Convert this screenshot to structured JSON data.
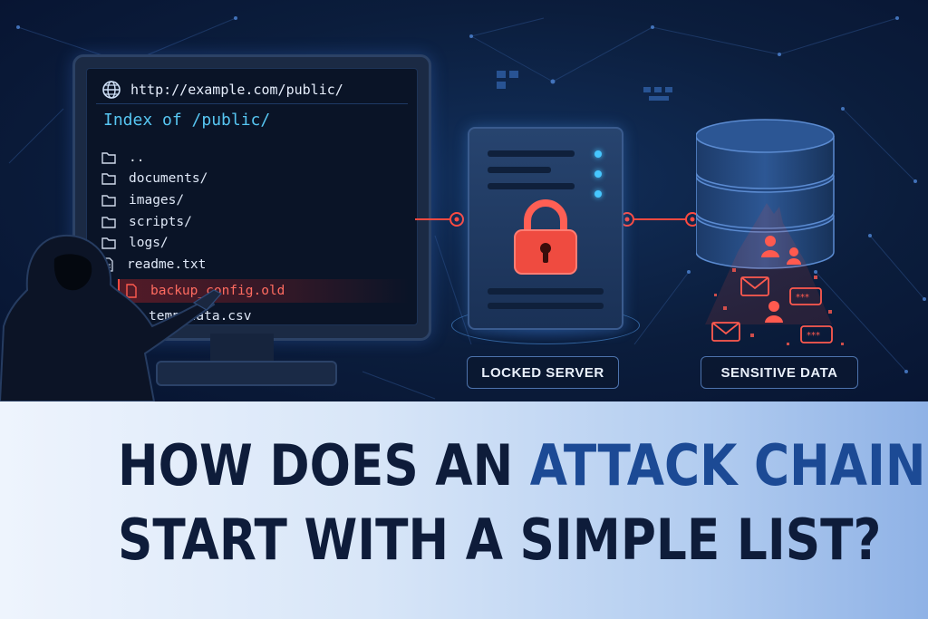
{
  "browser": {
    "url": "http://example.com/public/",
    "index_title": "Index of /public/"
  },
  "files": [
    {
      "name": "..",
      "icon": "folder-icon"
    },
    {
      "name": "documents/",
      "icon": "folder-icon"
    },
    {
      "name": "images/",
      "icon": "folder-icon"
    },
    {
      "name": "scripts/",
      "icon": "folder-icon"
    },
    {
      "name": "logs/",
      "icon": "folder-icon"
    },
    {
      "name": "readme.txt",
      "icon": "file-icon"
    },
    {
      "name": "backup_config.old",
      "icon": "file-icon",
      "highlighted": true
    },
    {
      "name": "temp_data.csv",
      "icon": "file-icon"
    }
  ],
  "labels": {
    "server": "LOCKED SERVER",
    "data": "SENSITIVE DATA"
  },
  "headline": {
    "line1_pre": "HOW DOES AN ",
    "line1_accent": "ATTACK CHAIN",
    "line2": "START WITH A SIMPLE LIST?"
  },
  "colors": {
    "accent": "#1c4a95",
    "alert": "#ff4a40",
    "cyan": "#57c6f2"
  }
}
